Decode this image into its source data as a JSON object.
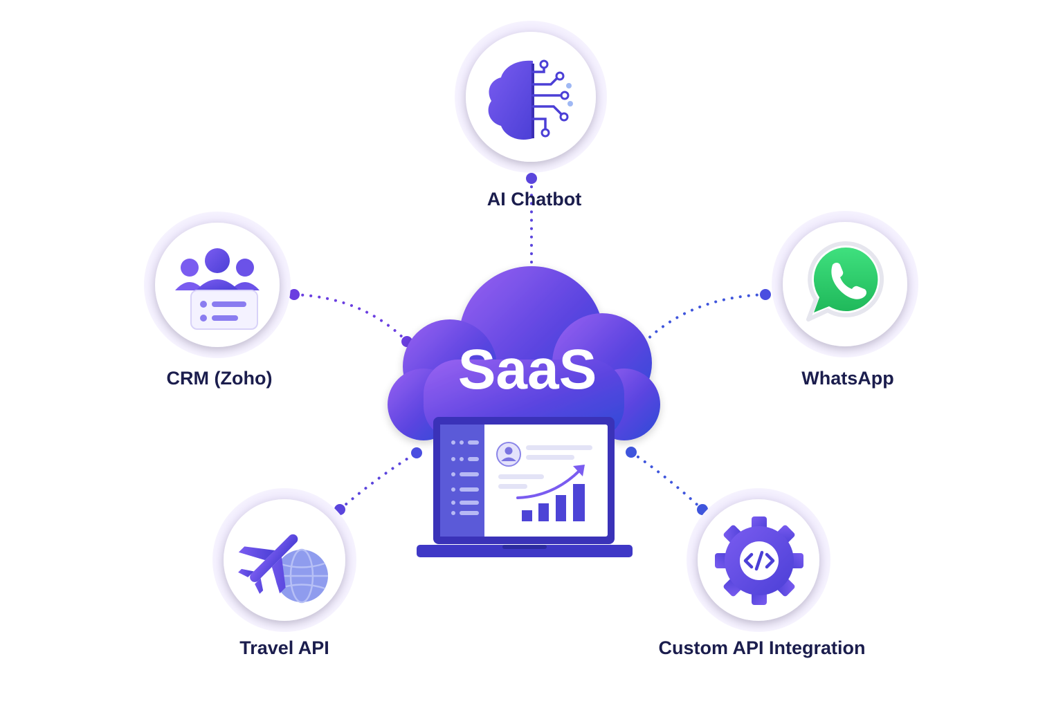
{
  "center": {
    "label": "SaaS"
  },
  "nodes": [
    {
      "key": "ai",
      "label": "AI Chatbot",
      "icon": "brain-circuit-icon"
    },
    {
      "key": "crm",
      "label": "CRM (Zoho)",
      "icon": "users-card-icon"
    },
    {
      "key": "whatsapp",
      "label": "WhatsApp",
      "icon": "whatsapp-icon"
    },
    {
      "key": "travel",
      "label": "Travel API",
      "icon": "airplane-globe-icon"
    },
    {
      "key": "custom",
      "label": "Custom API Integration",
      "icon": "gear-code-icon"
    }
  ],
  "colors": {
    "label": "#1b1d4d",
    "connector": "#6a3ee0",
    "ring": "#ece6fb",
    "accent": "#6547e6",
    "cloud_start": "#8b5cf0",
    "cloud_end": "#2d4fd8",
    "whatsapp": "#25d366"
  }
}
